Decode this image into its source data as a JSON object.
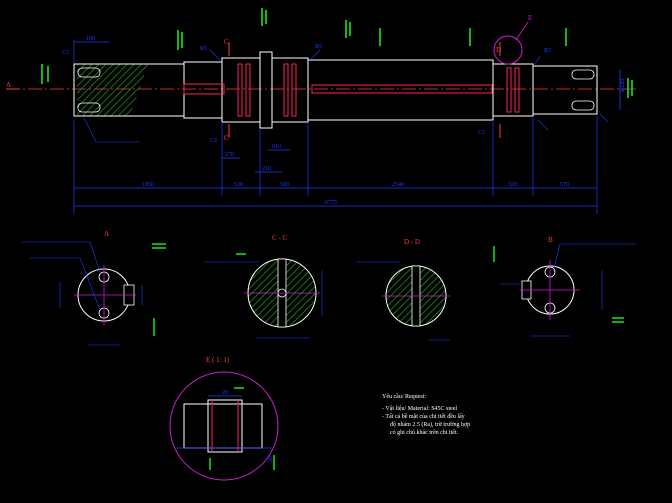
{
  "colors": {
    "background": "#000000",
    "outline": "#ffffff",
    "dimension": "#1a3dff",
    "tolerance": "#19e619",
    "hatch": "#22a022",
    "keyway": "#ff2060",
    "detail_circle": "#d21ad2",
    "leader": "#ff3b3b"
  },
  "labels": {
    "section_A": "A",
    "section_C": "C - C",
    "section_D": "D - D",
    "section_B": "B",
    "detail_E": "E ( 1: 1)",
    "cut_C": "C",
    "cut_D": "D",
    "detail_mark": "E",
    "arrow_A": "A"
  },
  "dimensions": {
    "overall": "6775",
    "seg1": "1850",
    "seg2": "530",
    "seg3": "500",
    "seg4": "2540",
    "seg5": "320",
    "seg6": "570",
    "top_left": "180",
    "small1": "270",
    "small2": "210",
    "small3": "610",
    "chamfer1": "C2",
    "chamfer2": "C2",
    "chamfer3": "C2",
    "radius1": "R5",
    "radius2": "R5",
    "radius3": "R5",
    "dia_right": "Ø130",
    "detail_top": "20",
    "detail_r": "20"
  },
  "notes": {
    "title": "Yêu cầu/ Request:",
    "line1": "- Vật liệu/ Material: S45C steel",
    "line2": "- Tất cả bề mặt của chi tiết đều lấy",
    "line3": "độ nhám 2.5 (Ra), trừ trường hợp",
    "line4": "có ghi  chú khác trên chi tiết."
  }
}
